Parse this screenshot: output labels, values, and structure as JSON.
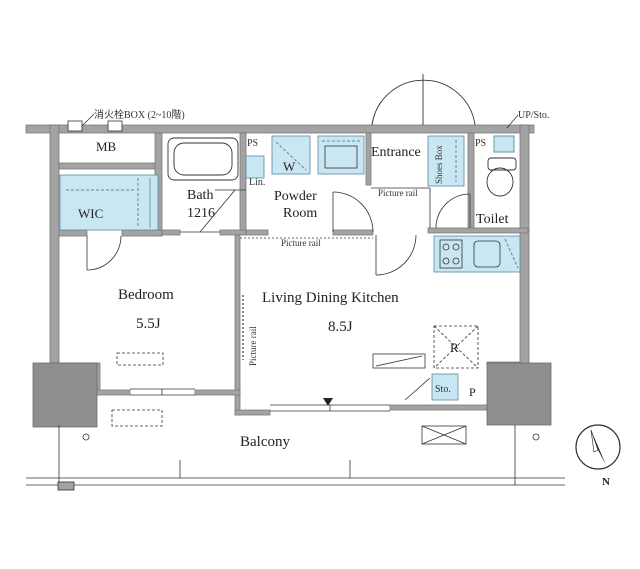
{
  "labels": {
    "fire_box": "消火栓BOX (2~10階)",
    "up_sto": "UP/Sto.",
    "mb": "MB",
    "wic": "WIC",
    "ps_left": "PS",
    "ps_right": "PS",
    "w": "W",
    "lin": "Lin.",
    "bath": "Bath",
    "bath_size": "1216",
    "powder_1": "Powder",
    "powder_2": "Room",
    "entrance": "Entrance",
    "shoes_box": "Shoes Box",
    "picture_rail_entrance": "Picture rail",
    "toilet": "Toilet",
    "picture_rail_top": "Picture rail",
    "picture_rail_vertical": "Picture rail",
    "bedroom": "Bedroom",
    "bedroom_size": "5.5J",
    "ldk": "Living Dining Kitchen",
    "ldk_size": "8.5J",
    "r": "R",
    "sto": "Sto.",
    "p": "P",
    "balcony": "Balcony",
    "north": "N"
  },
  "colors": {
    "wall": "#a3a3a3",
    "wall_edge": "#7a7a7a",
    "pillar": "#8f8f8f",
    "fixture": "#c9e7f2",
    "fixture_edge": "#5a8aa0",
    "line": "#333333"
  }
}
